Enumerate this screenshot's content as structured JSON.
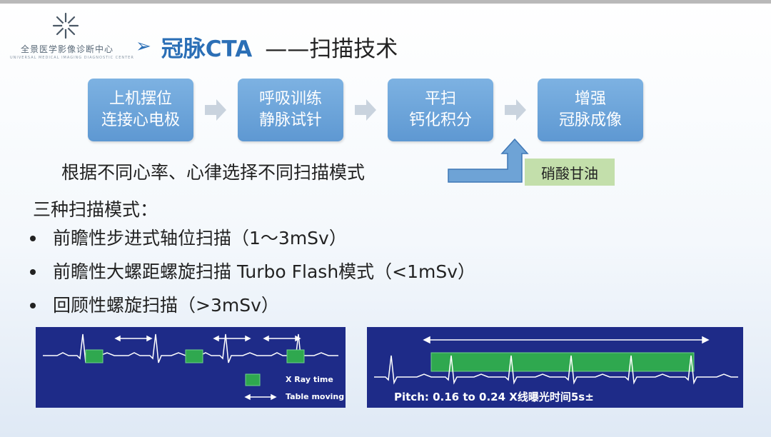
{
  "logo": {
    "name": "全景医学影像诊断中心",
    "tagline": "UNIVERSAL MEDICAL IMAGING DIAGNOSTIC CENTER"
  },
  "title": {
    "arrow": "➢",
    "main": "冠脉CTA",
    "sub": "——扫描技术"
  },
  "steps": [
    {
      "line1": "上机摆位",
      "line2": "连接心电极"
    },
    {
      "line1": "呼吸训练",
      "line2": "静脉试针"
    },
    {
      "line1": "平扫",
      "line2": "钙化积分"
    },
    {
      "line1": "增强",
      "line2": "冠脉成像"
    }
  ],
  "note": "根据不同心率、心律选择不同扫描模式",
  "nitro": "硝酸甘油",
  "modes_heading": "三种扫描模式：",
  "modes": [
    "前瞻性步进式轴位扫描（1～3mSv）",
    "前瞻性大螺距螺旋扫描 Turbo Flash模式（<1mSv）",
    "回顾性螺旋扫描（>3mSv）"
  ],
  "panel_left": {
    "legend_xray": "X Ray time",
    "legend_table": "Table moving"
  },
  "panel_right": {
    "pitch": "Pitch: 0.16 to 0.24  X线曝光时间5s±"
  },
  "colors": {
    "title_blue": "#2b6fb6",
    "step_blue": "#6ba3d8",
    "panel_bg": "#1e2b88",
    "xray_green": "#2fa84f",
    "label_green": "#c3dfab"
  }
}
